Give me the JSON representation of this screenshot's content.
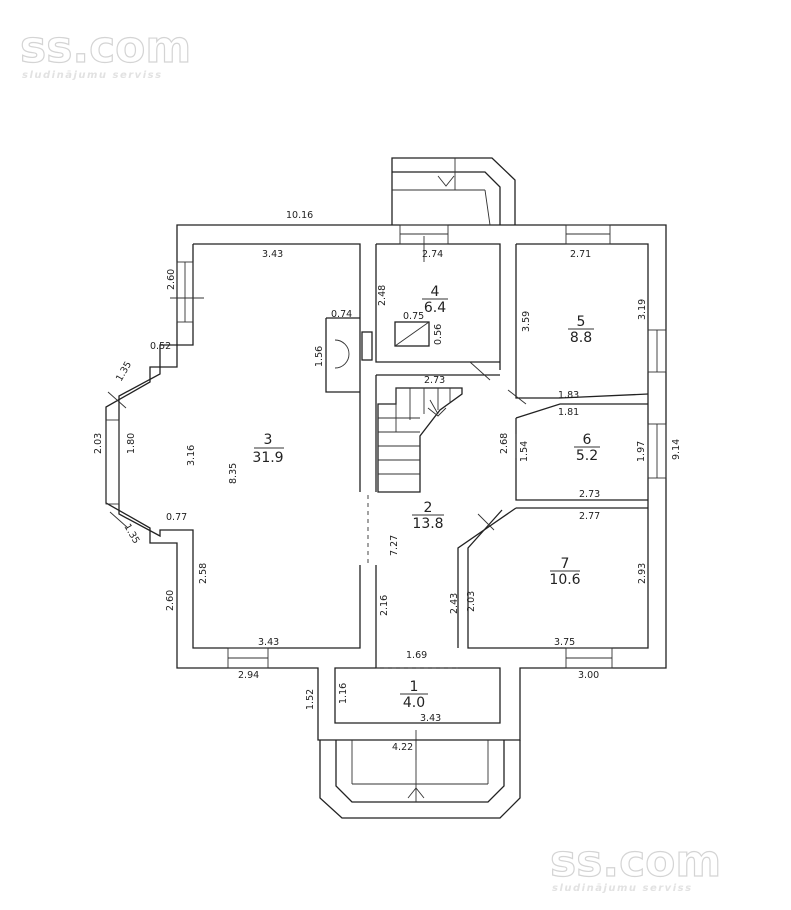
{
  "watermark": {
    "logo": "ss.com",
    "tagline": "sludinājumu serviss"
  },
  "rooms": [
    {
      "number": "1",
      "area": "4.0"
    },
    {
      "number": "2",
      "area": "13.8"
    },
    {
      "number": "3",
      "area": "31.9"
    },
    {
      "number": "4",
      "area": "6.4"
    },
    {
      "number": "5",
      "area": "8.8"
    },
    {
      "number": "6",
      "area": "5.2"
    },
    {
      "number": "7",
      "area": "10.6"
    }
  ],
  "dimensions": {
    "overall_width": "10.16",
    "overall_depth": "9.14",
    "r3_top": "3.43",
    "r3_bottom": "3.43",
    "r3_height": "3.16",
    "r3_depth": "8.35",
    "r3_left_lower": "2.58",
    "west_window_upper": "2.60",
    "west_wall_lower": "2.60",
    "bay_diag_upper": "1.35",
    "bay_diag_lower": "1.35",
    "bay_outer": "2.03",
    "bay_inner": "1.80",
    "bay_step_upper": "0.52",
    "bay_step_lower": "0.77",
    "fireplace_depth": "0.74",
    "fireplace_width": "1.56",
    "r4_width": "2.74",
    "r4_height": "2.48",
    "r4_vent_w": "0.75",
    "r4_vent_h": "0.56",
    "r5_width": "2.71",
    "r5_left": "3.59",
    "r5_right": "3.19",
    "r5_bottom": "1.83",
    "r6_top": "1.81",
    "r6_bottom": "2.73",
    "r6_left": "1.54",
    "r6_right": "1.97",
    "stair_width": "2.73",
    "stair_depth": "2.68",
    "r2_depth": "7.27",
    "r2_lower_left": "2.16",
    "r2_bottom": "1.69",
    "r2_lower_right": "2.43",
    "r7_top": "2.77",
    "r7_left": "2.03",
    "r7_right": "2.93",
    "r7_bottom": "3.75",
    "south_left": "2.94",
    "south_right": "3.00",
    "r1_depth": "1.16",
    "r1_width": "3.43",
    "porch_depth": "1.52",
    "porch_width": "4.22"
  }
}
